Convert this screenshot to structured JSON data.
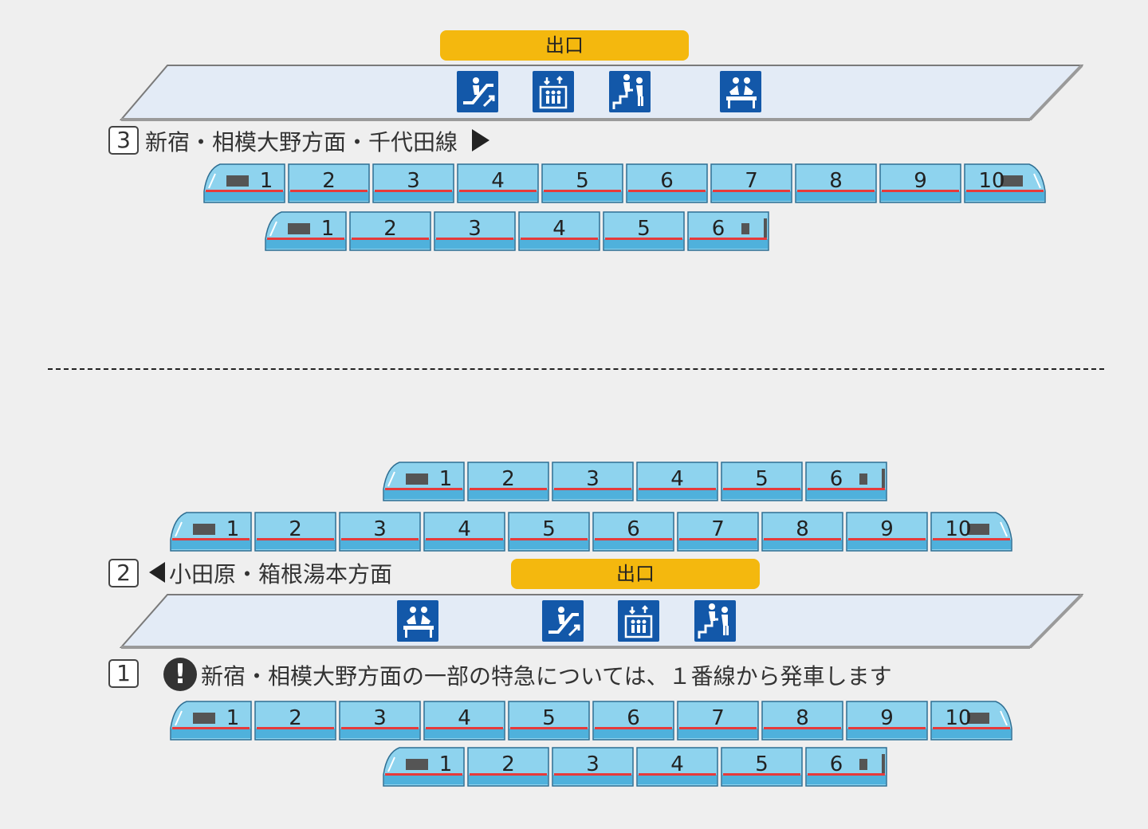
{
  "exits": [
    {
      "label": "出口"
    },
    {
      "label": "出口"
    }
  ],
  "platforms": {
    "top": {
      "facilities": [
        {
          "icon": "escalator-icon"
        },
        {
          "icon": "elevator-icon"
        },
        {
          "icon": "stairs-icon"
        },
        {
          "icon": "waiting-room-icon"
        }
      ]
    },
    "bottom": {
      "facilities": [
        {
          "icon": "waiting-room-icon"
        },
        {
          "icon": "escalator-icon"
        },
        {
          "icon": "elevator-icon"
        },
        {
          "icon": "stairs-icon"
        }
      ]
    }
  },
  "tracks": [
    {
      "number": "3",
      "direction": "新宿・相模大野方面・千代田線"
    },
    {
      "number": "2",
      "direction": "小田原・箱根湯本方面"
    },
    {
      "number": "1",
      "notice": "新宿・相模大野方面の一部の特急については、１番線から発車します"
    }
  ],
  "warning_mark": "!",
  "trains": [
    {
      "cars": [
        "1",
        "2",
        "3",
        "4",
        "5",
        "6",
        "7",
        "8",
        "9",
        "10"
      ]
    },
    {
      "cars": [
        "1",
        "2",
        "3",
        "4",
        "5",
        "6"
      ]
    },
    {
      "cars": [
        "1",
        "2",
        "3",
        "4",
        "5",
        "6"
      ]
    },
    {
      "cars": [
        "1",
        "2",
        "3",
        "4",
        "5",
        "6",
        "7",
        "8",
        "9",
        "10"
      ]
    },
    {
      "cars": [
        "1",
        "2",
        "3",
        "4",
        "5",
        "6",
        "7",
        "8",
        "9",
        "10"
      ]
    },
    {
      "cars": [
        "1",
        "2",
        "3",
        "4",
        "5",
        "6"
      ]
    }
  ],
  "colors": {
    "background": "#efefef",
    "platform": "#e3ebf6",
    "exit": "#f4b80e",
    "car_body": "#8ed3ee",
    "car_skirt": "#4fb1dc",
    "stripe": "#e63a3a",
    "icon_bg": "#1358a9"
  }
}
